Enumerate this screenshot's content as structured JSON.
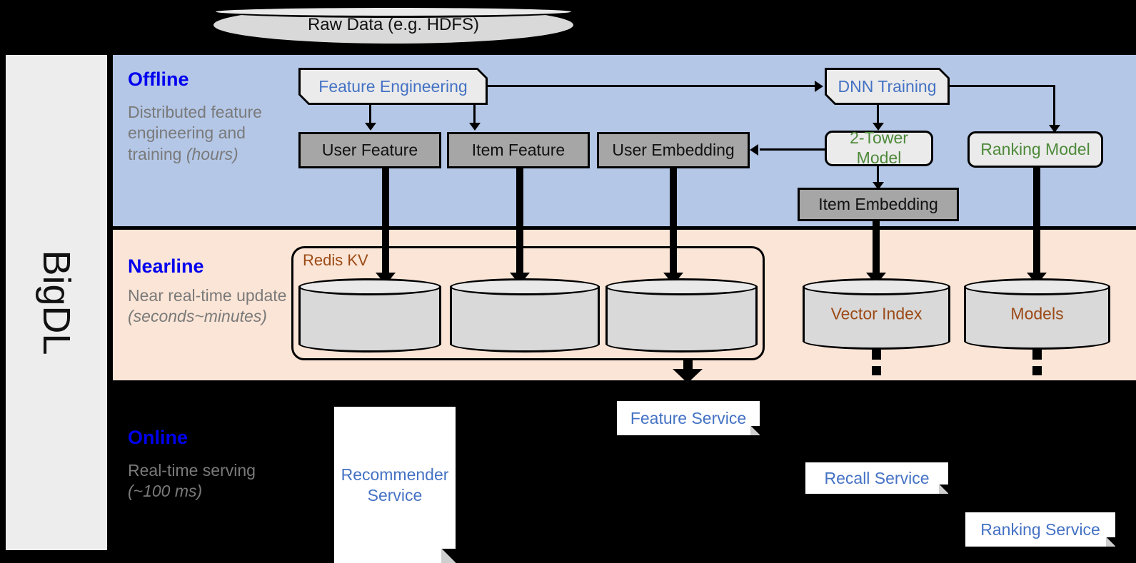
{
  "framework": {
    "name": "BigDL"
  },
  "raw_data": {
    "label": "Raw Data (e.g. HDFS)"
  },
  "bands": {
    "offline": {
      "title": "Offline",
      "subtitle_plain": "Distributed feature engineering and training ",
      "subtitle_italic": "(hours)"
    },
    "nearline": {
      "title": "Nearline",
      "subtitle_plain": "Near real-time update ",
      "subtitle_italic": "(seconds~minutes)"
    },
    "online": {
      "title": "Online",
      "subtitle_plain": "Real-time serving ",
      "subtitle_italic": "(~100 ms)"
    }
  },
  "offline_nodes": {
    "feature_engineering": "Feature Engineering",
    "dnn_training": "DNN Training",
    "user_feature": "User Feature",
    "item_feature": "Item Feature",
    "user_embedding": "User Embedding",
    "two_tower_model": "2-Tower Model",
    "ranking_model": "Ranking Model",
    "item_embedding": "Item Embedding"
  },
  "nearline_nodes": {
    "redis_kv": "Redis KV",
    "kv_store_1": "",
    "kv_store_2": "",
    "kv_store_3": "",
    "vector_index": "Vector Index",
    "models": "Models"
  },
  "online_nodes": {
    "recommender_service": "Recommender Service",
    "feature_service": "Feature Service",
    "recall_service": "Recall Service",
    "ranking_service": "Ranking Service"
  },
  "colors": {
    "offline_band": "#b4c7e7",
    "nearline_band": "#fbe5d6",
    "online_band": "#000000",
    "band_title": "#0000ee",
    "band_subtitle": "#7a7a7a",
    "process_text": "#4472c4",
    "model_text": "#4e8a3a",
    "store_fill": "#a6a6a6",
    "cylinder_fill": "#d9d9d9",
    "redis_text": "#9c4a16",
    "sidebar_fill": "#ededed"
  }
}
